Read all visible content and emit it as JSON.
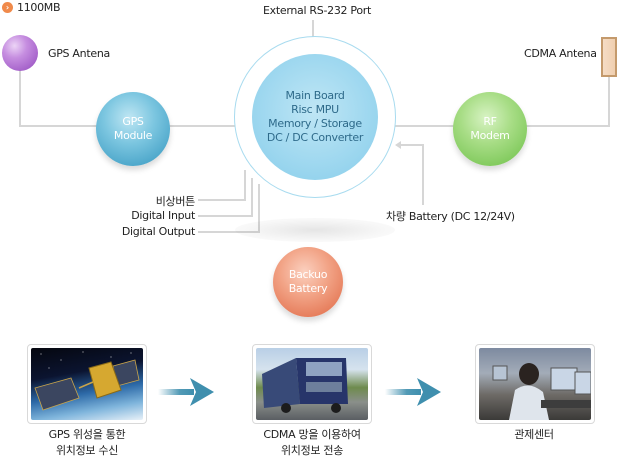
{
  "legend": {
    "bullet_icon": "chevron-right-circle-icon",
    "label": "1100MB"
  },
  "nodes": {
    "external_port": "External RS-232 Port",
    "gps_antenna": "GPS Antena",
    "cdma_antenna": "CDMA Antena",
    "gps_module": [
      "GPS",
      "Module"
    ],
    "rf_modem": [
      "RF",
      "Modem"
    ],
    "main_board": [
      "Main Board",
      "Risc MPU",
      "Memory / Storage",
      "DC / DC Converter"
    ],
    "backup_battery": [
      "Backuo",
      "Battery"
    ],
    "vehicle_battery": "차량 Battery (DC 12/24V)",
    "inputs": [
      "비상버튼",
      "Digital Input",
      "Digital Output"
    ]
  },
  "colors": {
    "gps_antenna": "#a25ec8",
    "gps_module": "#4aa5c9",
    "rf_modem": "#7fc95b",
    "backup_battery": "#e57a58",
    "main_board": "#9dd7ef",
    "main_board_text": "#2e6a8a",
    "connector_line": "#d6d6d6",
    "flow_arrow": "#3f8fae"
  },
  "flow": [
    {
      "image": "gps-satellite-photo",
      "caption": [
        "GPS 위성을 통한",
        "위치정보 수신"
      ]
    },
    {
      "image": "truck-photo",
      "caption": [
        "CDMA 망을 이용하여",
        "위치정보 전송"
      ]
    },
    {
      "image": "control-center-photo",
      "caption": [
        "관제센터"
      ]
    }
  ]
}
